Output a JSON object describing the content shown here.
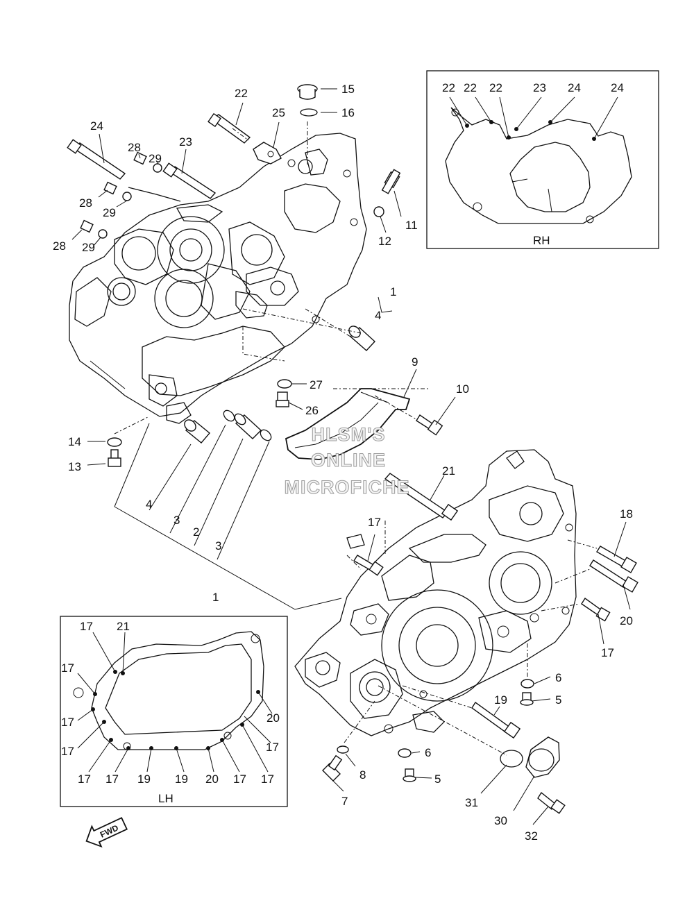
{
  "callouts": [
    {
      "text": "22"
    },
    {
      "text": "15"
    },
    {
      "text": "25"
    },
    {
      "text": "16"
    },
    {
      "text": "24"
    },
    {
      "text": "28"
    },
    {
      "text": "29"
    },
    {
      "text": "23"
    },
    {
      "text": "28"
    },
    {
      "text": "29"
    },
    {
      "text": "11"
    },
    {
      "text": "12"
    },
    {
      "text": "28"
    },
    {
      "text": "29"
    },
    {
      "text": "1"
    },
    {
      "text": "4"
    },
    {
      "text": "9"
    },
    {
      "text": "27"
    },
    {
      "text": "10"
    },
    {
      "text": "26"
    },
    {
      "text": "14"
    },
    {
      "text": "13"
    },
    {
      "text": "21"
    },
    {
      "text": "4"
    },
    {
      "text": "3"
    },
    {
      "text": "2"
    },
    {
      "text": "3"
    },
    {
      "text": "17"
    },
    {
      "text": "18"
    },
    {
      "text": "1"
    },
    {
      "text": "20"
    },
    {
      "text": "17"
    },
    {
      "text": "6"
    },
    {
      "text": "5"
    },
    {
      "text": "19"
    },
    {
      "text": "6"
    },
    {
      "text": "8"
    },
    {
      "text": "5"
    },
    {
      "text": "7"
    },
    {
      "text": "31"
    },
    {
      "text": "30"
    },
    {
      "text": "32"
    }
  ],
  "rh_inset": {
    "title": "RH",
    "labels": [
      {
        "text": "22"
      },
      {
        "text": "22"
      },
      {
        "text": "22"
      },
      {
        "text": "23"
      },
      {
        "text": "24"
      },
      {
        "text": "24"
      }
    ]
  },
  "lh_inset": {
    "title": "LH",
    "labels": [
      {
        "text": "17"
      },
      {
        "text": "21"
      },
      {
        "text": "17"
      },
      {
        "text": "17"
      },
      {
        "text": "20"
      },
      {
        "text": "17"
      },
      {
        "text": "17"
      },
      {
        "text": "17"
      },
      {
        "text": "17"
      },
      {
        "text": "19"
      },
      {
        "text": "19"
      },
      {
        "text": "20"
      },
      {
        "text": "17"
      },
      {
        "text": "17"
      }
    ]
  },
  "watermark": [
    "HLSM'S",
    "ONLINE",
    "MICROFICHE"
  ],
  "fwd_label": "FWD"
}
